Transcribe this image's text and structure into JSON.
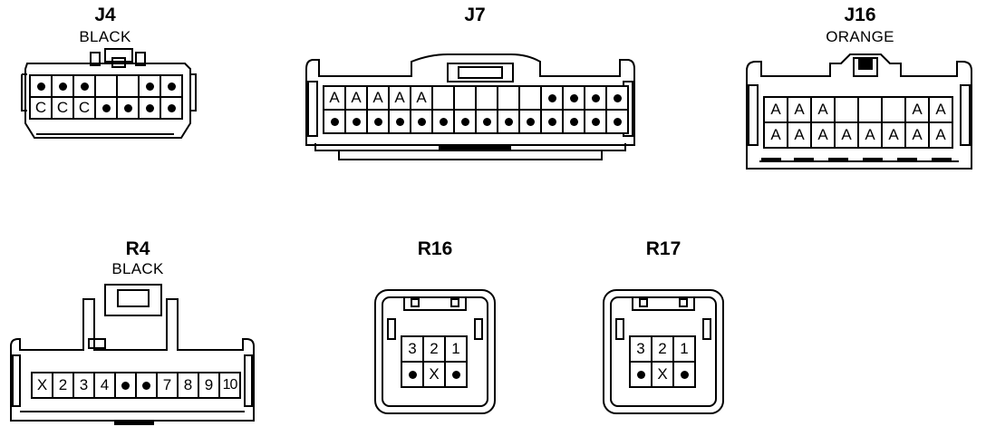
{
  "connectors": {
    "J4": {
      "name": "J4",
      "color": "BLACK",
      "rows": [
        [
          "•",
          "•",
          "•",
          "",
          "",
          "•",
          "•"
        ],
        [
          "C",
          "C",
          "C",
          "•",
          "•",
          "•",
          "•"
        ]
      ]
    },
    "J7": {
      "name": "J7",
      "color": "",
      "rows": [
        [
          "A",
          "A",
          "A",
          "A",
          "A",
          "",
          "",
          "",
          "",
          "",
          "•",
          "•",
          "•",
          "•"
        ],
        [
          "•",
          "•",
          "•",
          "•",
          "•",
          "•",
          "•",
          "•",
          "•",
          "•",
          "•",
          "•",
          "•",
          "•"
        ]
      ]
    },
    "J16": {
      "name": "J16",
      "color": "ORANGE",
      "rows": [
        [
          "A",
          "A",
          "A",
          "",
          "",
          "",
          "A",
          "A"
        ],
        [
          "A",
          "A",
          "A",
          "A",
          "A",
          "A",
          "A",
          "A"
        ]
      ]
    },
    "R4": {
      "name": "R4",
      "color": "BLACK",
      "rows": [
        [
          "X",
          "2",
          "3",
          "4",
          "•",
          "•",
          "7",
          "8",
          "9",
          "10"
        ]
      ]
    },
    "R16": {
      "name": "R16",
      "color": "",
      "rows": [
        [
          "3",
          "2",
          "1"
        ],
        [
          "•",
          "X",
          "•"
        ]
      ]
    },
    "R17": {
      "name": "R17",
      "color": "",
      "rows": [
        [
          "3",
          "2",
          "1"
        ],
        [
          "•",
          "X",
          "•"
        ]
      ]
    }
  }
}
